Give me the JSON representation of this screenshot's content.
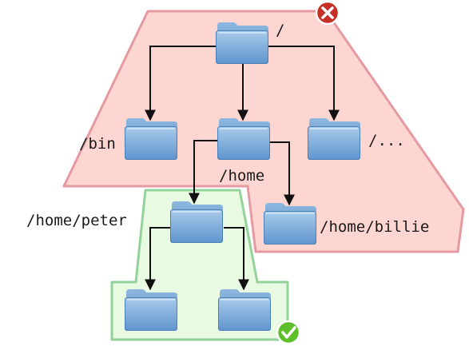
{
  "labels": {
    "root": "/",
    "bin": "/bin",
    "home": "/home",
    "more": "/...",
    "peter": "/home/peter",
    "billie": "/home/billie"
  },
  "zones": {
    "denied": {
      "fill": "#fdd6d1",
      "stroke": "#e59aa2",
      "icon": "red-x-icon"
    },
    "allowed": {
      "fill": "#e9fae3",
      "stroke": "#93d39a",
      "icon": "green-check-icon"
    }
  },
  "folder_icon": "folder-icon"
}
